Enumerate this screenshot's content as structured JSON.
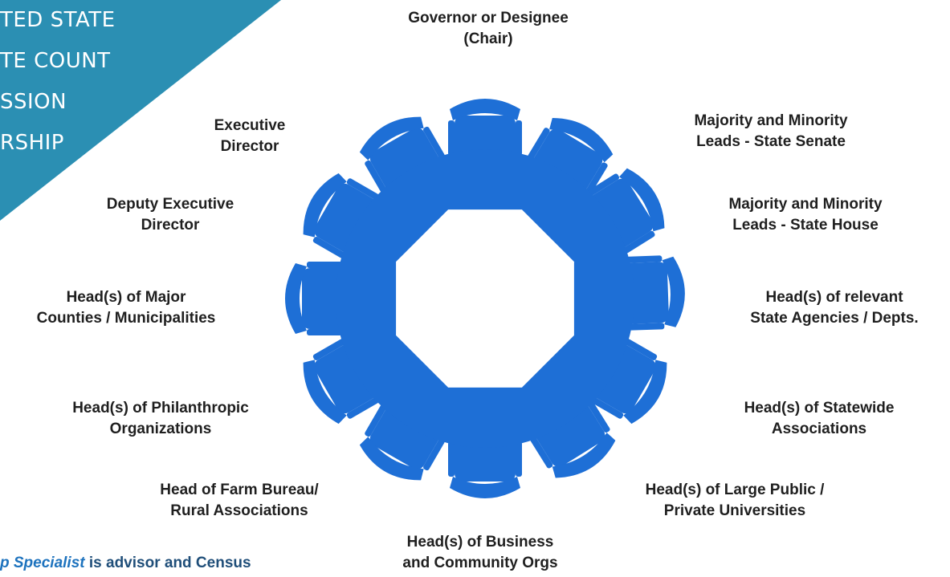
{
  "banner": {
    "lines": [
      "TED STATE",
      "TE COUNT",
      "SSION",
      "RSHIP"
    ],
    "color": "#2b8fb3"
  },
  "colors": {
    "table": "#1e6fd6",
    "chair": "#1e6fd6"
  },
  "diagram": {
    "labels": [
      {
        "line1": "Governor or Designee",
        "line2": "(Chair)"
      },
      {
        "line1": "Majority  and Minority",
        "line2": "Leads - State Senate"
      },
      {
        "line1": "Majority  and Minority",
        "line2": "Leads - State House"
      },
      {
        "line1": "Head(s) of relevant",
        "line2": "State Agencies  /  Depts."
      },
      {
        "line1": "Head(s) of Statewide",
        "line2": "Associations"
      },
      {
        "line1": "Head(s) of  Large Public /",
        "line2": "Private Universities"
      },
      {
        "line1": "Head(s) of  Business",
        "line2": "and Community Orgs"
      },
      {
        "line1": "Head of Farm Bureau/",
        "line2": "Rural Associations"
      },
      {
        "line1": "Head(s)  of Philanthropic",
        "line2": "Organizations"
      },
      {
        "line1": "Head(s)  of Major",
        "line2": "Counties / Municipalities"
      },
      {
        "line1": "Deputy Executive",
        "line2": "Director"
      },
      {
        "line1": "Executive",
        "line2": "Director"
      }
    ]
  },
  "footnote": {
    "italic": "p Specialist",
    "rest": " is advisor and Census"
  }
}
